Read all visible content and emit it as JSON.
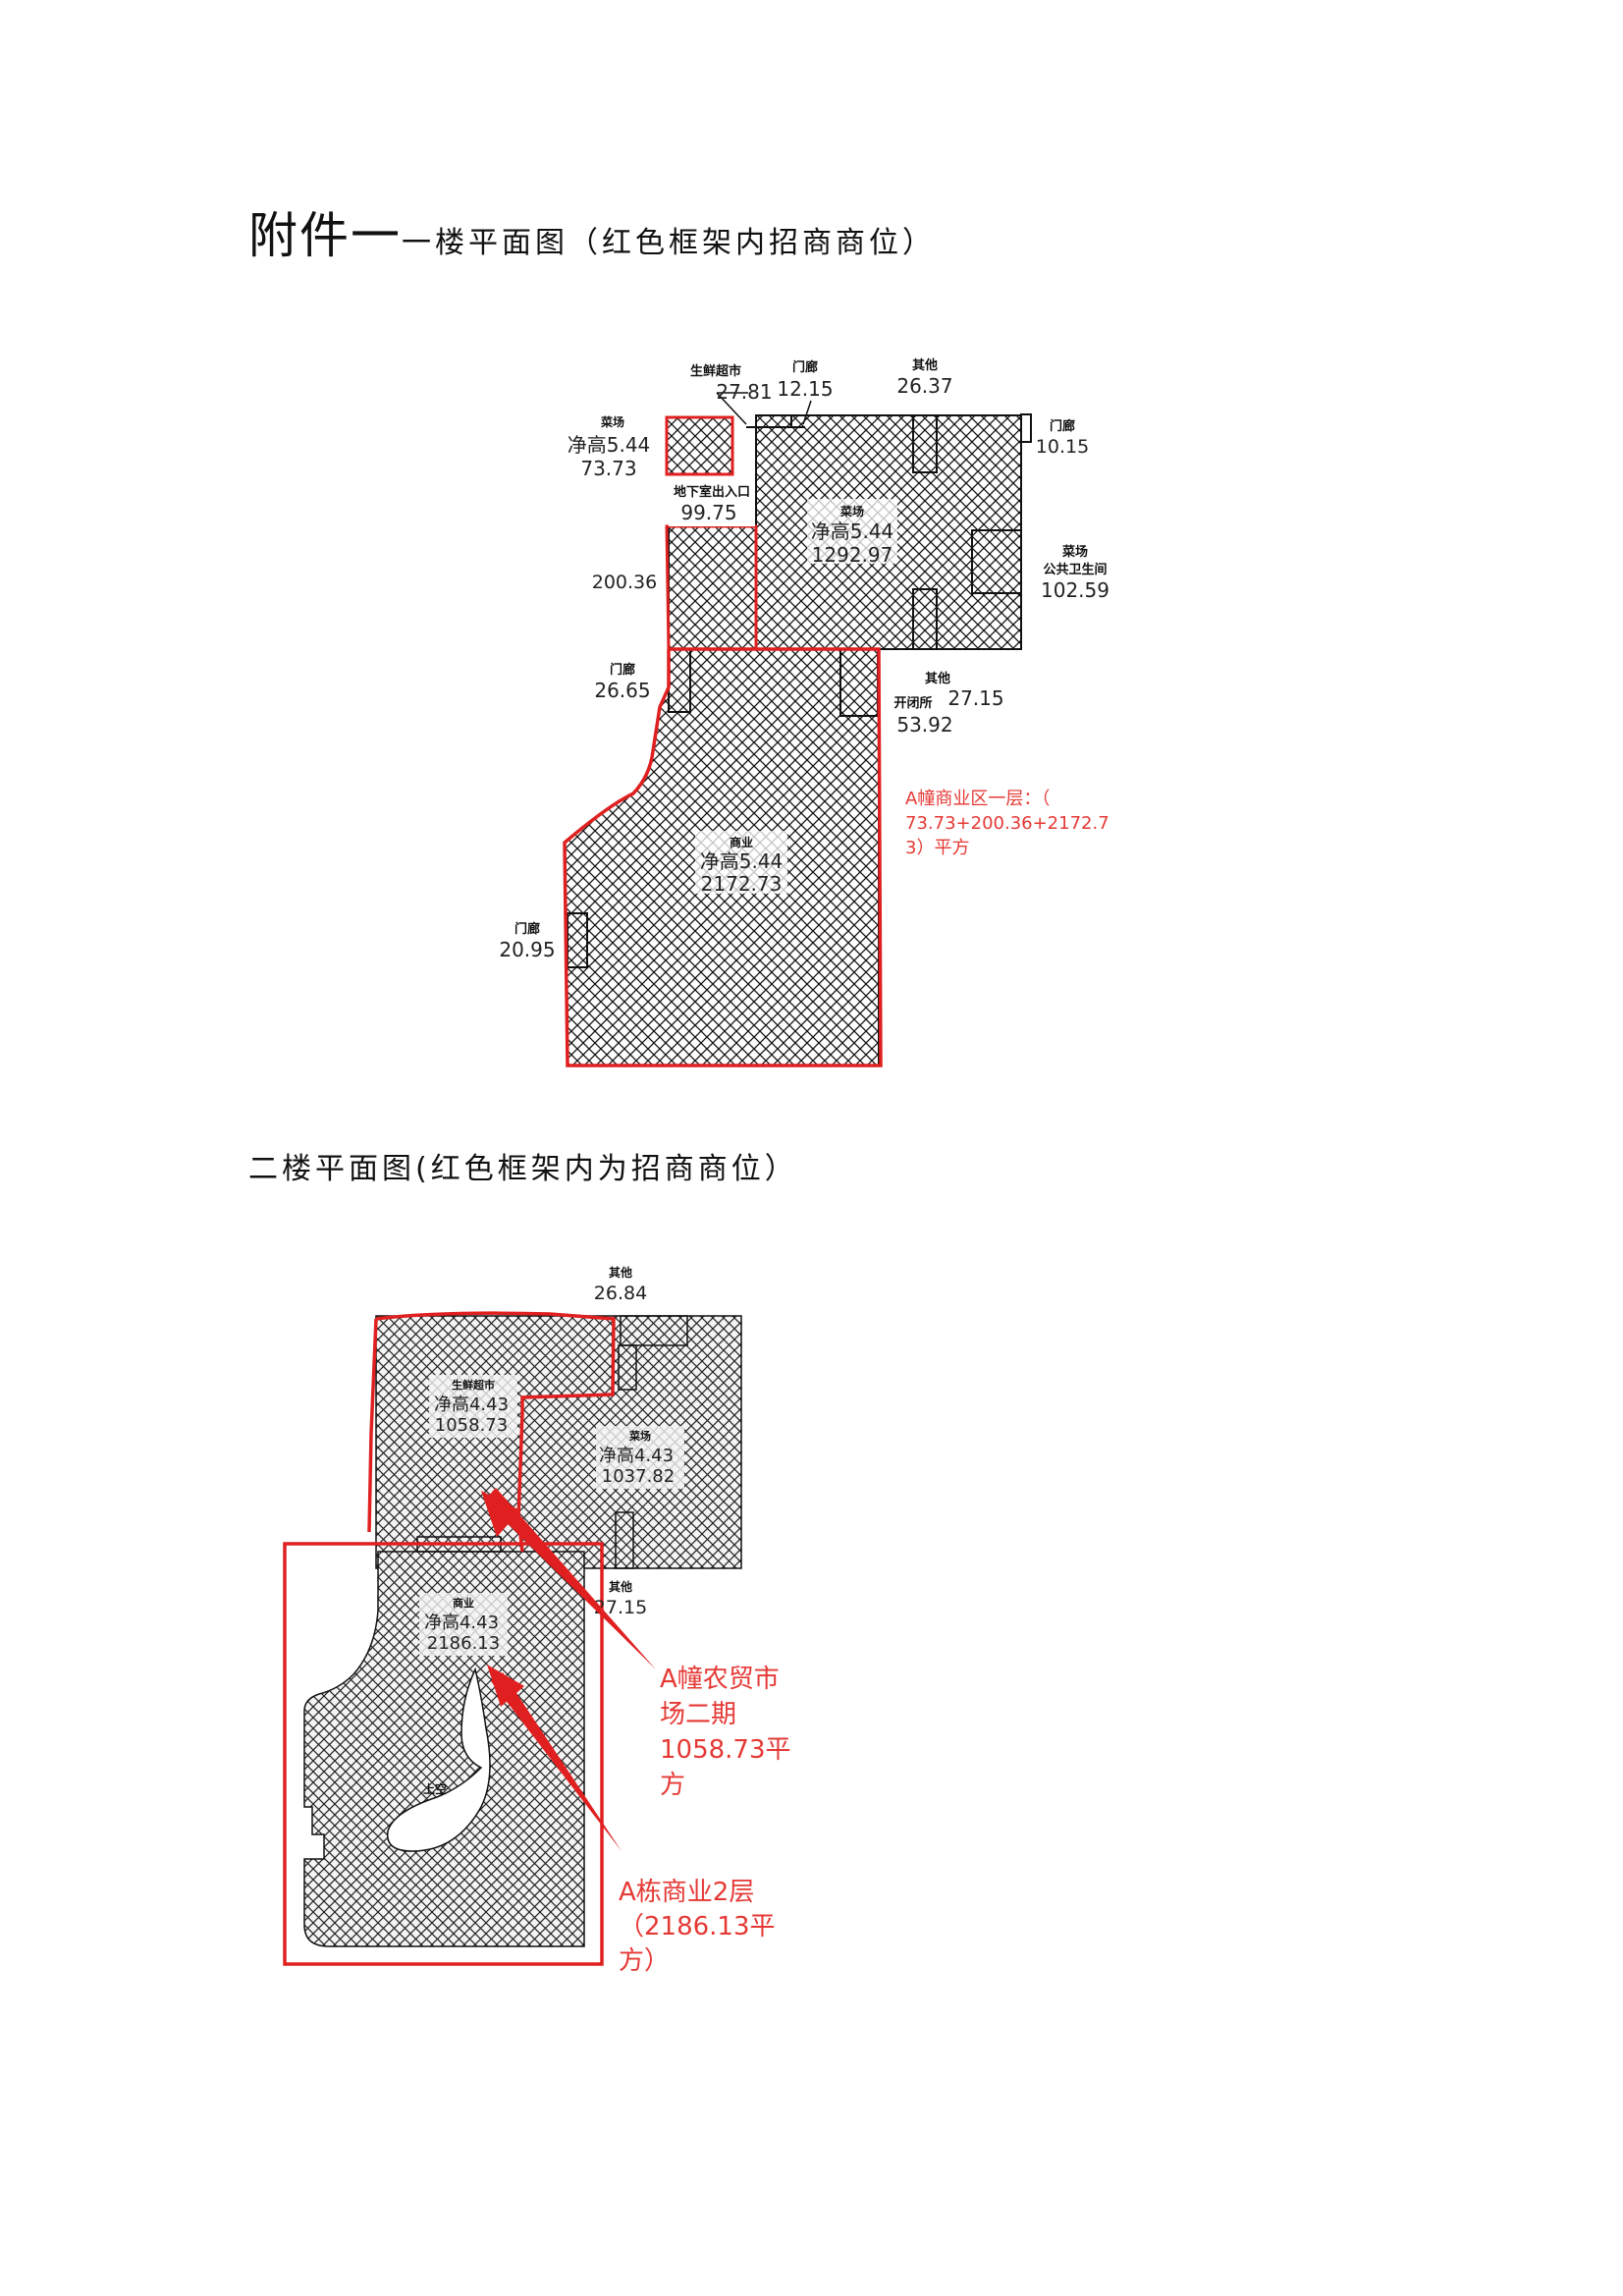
{
  "headings": {
    "floor1_prefix": "附件一",
    "floor1_title": "一楼平面图（红色框架内招商商位）",
    "floor2_title": "二楼平面图(红色框架内为招商商位）"
  },
  "floor1": {
    "labels": {
      "supermarket": "生鲜超市",
      "supermarket_area": "27.81",
      "door_top": "门廊",
      "door_top_area": "12.15",
      "other_top": "其他",
      "other_top_area": "26.37",
      "veg_left": "菜场",
      "veg_left_height": "净高5.44",
      "veg_left_area": "73.73",
      "door_right": "门廊",
      "door_right_area": "10.15",
      "underground": "地下室出入口",
      "underground_area": "99.75",
      "veg_main": "菜场",
      "veg_main_height": "净高5.44",
      "veg_main_area": "1292.97",
      "veg_right": "菜场",
      "toilet": "公共卫生间",
      "toilet_area": "102.59",
      "area_200": "200.36",
      "door_mid": "门廊",
      "door_mid_area": "26.65",
      "other_mid": "其他",
      "other_mid_area": "27.15",
      "switch_room": "开闭所",
      "switch_room_area": "53.92",
      "commerce": "商业",
      "commerce_height": "净高5.44",
      "commerce_area": "2172.73",
      "door_bottom": "门廊",
      "door_bottom_area": "20.95"
    },
    "annotation": [
      "A幢商业区一层：（",
      "73.73+200.36+2172.7",
      "3）平方"
    ]
  },
  "floor2": {
    "labels": {
      "other_top": "其他",
      "other_top_area": "26.84",
      "supermarket": "生鲜超市",
      "supermarket_height": "净高4.43",
      "supermarket_area": "1058.73",
      "veg": "菜场",
      "veg_height": "净高4.43",
      "veg_area": "1037.82",
      "other_bottom": "其他",
      "other_bottom_area": "27.15",
      "commerce": "商业",
      "commerce_height": "净高4.43",
      "commerce_area": "2186.13",
      "void": "上空"
    },
    "annotation_market": [
      "A幢农贸市",
      "场二期",
      "1058.73平",
      "方"
    ],
    "annotation_commerce": [
      "A栋商业2层",
      "（2186.13平",
      "方）"
    ]
  },
  "colors": {
    "frame_red": "#e02020",
    "annotation_red": "#e53935",
    "hatch": "#111111"
  }
}
